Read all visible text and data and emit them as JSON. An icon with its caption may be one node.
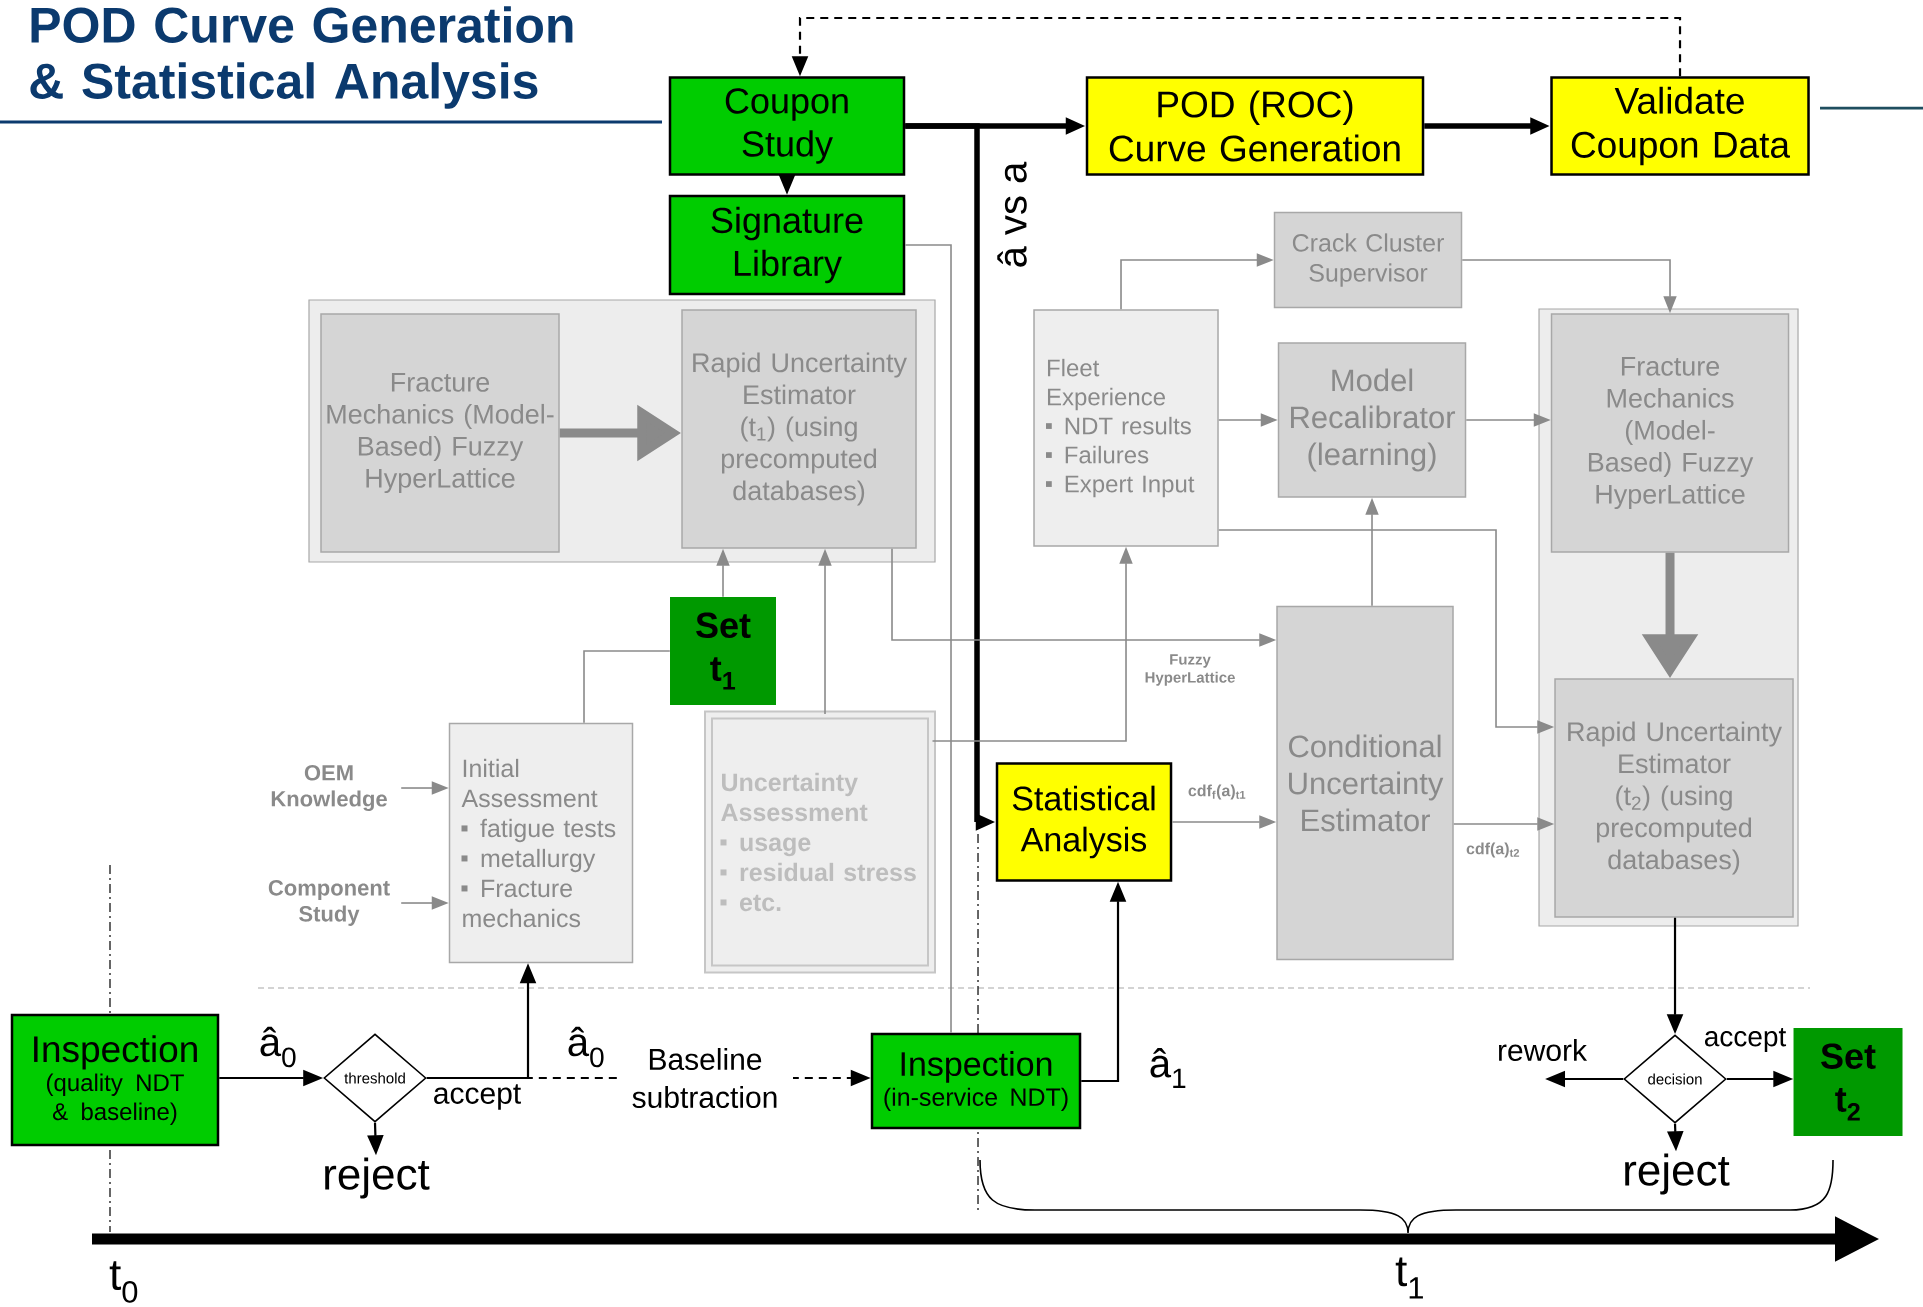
{
  "diagram": {
    "title": "POD Curve Generation & Statistical Analysis",
    "nodes": [
      {
        "text": [
          "Coupon Study"
        ]
      },
      {
        "text": [
          "Signature Library"
        ]
      },
      {
        "text": [
          "POD (ROC) Curve Generation"
        ]
      },
      {
        "text": [
          "Validate Coupon Data"
        ]
      },
      {
        "text": [
          "Fracture Mechanics (Model-Based) Fuzzy HyperLattice"
        ]
      },
      {
        "text": [
          "Rapid Uncertainty Estimator (t$_{1}$) (using precomputed databases)"
        ]
      },
      {
        "text": [
          "Crack Cluster Supervisor"
        ]
      },
      {
        "text": [
          "Fleet Experience",
          "NDT results",
          "Failures",
          "Expert Input"
        ]
      },
      {
        "text": [
          "Model Recalibrator (learning)"
        ]
      },
      {
        "text": [
          "Fracture Mechanics (Model-Based) Fuzzy HyperLattice"
        ]
      },
      {
        "text": [
          "Set t$_{1}$"
        ]
      },
      {
        "text": [
          "OEM Knowledge"
        ]
      },
      {
        "text": [
          "Component Study"
        ]
      },
      {
        "text": [
          "Initial Assessment",
          "fatigue tests",
          "metallurgy",
          "Fracture mechanics"
        ]
      },
      {
        "text": [
          "Uncertainty Assessment",
          "usage",
          "residual stress",
          "etc."
        ]
      },
      {
        "text": [
          "Statistical Analysis"
        ]
      },
      {
        "text": [
          "Conditional Uncertainty Estimator"
        ]
      },
      {
        "text": [
          "Rapid Uncertainty Estimator (t$_{2}$) (using precomputed databases)"
        ]
      },
      {
        "text": [
          "Inspection",
          "(quality NDT & baseline)"
        ]
      },
      {
        "text": [
          "threshold"
        ]
      },
      {
        "text": [
          "Inspection",
          "(in-service NDT)"
        ]
      },
      {
        "text": [
          "reject"
        ]
      },
      {
        "text": [
          "decision"
        ]
      },
      {
        "text": [
          "Set t$_{2}$"
        ]
      },
      {
        "text": [
          "reject"
        ]
      }
    ],
    "edges": [
      {
        "from": 0,
        "to": 1,
        "arrow": "to",
        "color": "#000000"
      },
      {
        "from": 0,
        "to": 2,
        "arrow": "to",
        "style": "thick",
        "color": "#000000"
      },
      {
        "from": 0,
        "to": 15,
        "arrow": "to",
        "style": "thick",
        "color": "#000000",
        "label": "â vs a"
      },
      {
        "from": 2,
        "to": 3,
        "arrow": "to",
        "style": "thick",
        "color": "#000000"
      },
      {
        "from": 3,
        "to": 0,
        "arrow": "to",
        "style": "dashed",
        "color": "#000000"
      },
      {
        "from": 1,
        "to": 20,
        "arrow": "none"
      },
      {
        "from": 4,
        "to": 5,
        "arrow": "to",
        "style": "thick"
      },
      {
        "from": 10,
        "to": 5,
        "arrow": "to"
      },
      {
        "from": 13,
        "to": 10,
        "arrow": "none"
      },
      {
        "from": 14,
        "to": 5,
        "arrow": "to"
      },
      {
        "from": 14,
        "to": 7,
        "arrow": "to"
      },
      {
        "from": 5,
        "to": 16,
        "arrow": "to",
        "label": "Fuzzy HyperLattice"
      },
      {
        "from": 7,
        "to": 6,
        "arrow": "to"
      },
      {
        "from": 6,
        "to": 9,
        "arrow": "to"
      },
      {
        "from": 7,
        "to": 8,
        "arrow": "to"
      },
      {
        "from": 8,
        "to": 9,
        "arrow": "to"
      },
      {
        "from": 16,
        "to": 8,
        "arrow": "to"
      },
      {
        "from": 7,
        "to": 17,
        "arrow": "to"
      },
      {
        "from": 15,
        "to": 16,
        "arrow": "to",
        "label": "cdf$_{f}$(a)$_{t1}$"
      },
      {
        "from": 16,
        "to": 17,
        "arrow": "to",
        "label": "cdf(a)$_{t2}$"
      },
      {
        "from": 9,
        "to": 17,
        "arrow": "to",
        "style": "thick"
      },
      {
        "from": 11,
        "to": 13,
        "arrow": "to"
      },
      {
        "from": 12,
        "to": 13,
        "arrow": "to"
      },
      {
        "from": 17,
        "to": 22,
        "arrow": "to",
        "color": "#000000"
      },
      {
        "from": 22,
        "to": 23,
        "arrow": "to",
        "color": "#000000",
        "label": "accept"
      },
      {
        "from": 22,
        "to": 24,
        "arrow": "to",
        "color": "#000000"
      },
      {
        "from": 22,
        "to": null,
        "arrow": "to",
        "color": "#000000",
        "label": "rework"
      },
      {
        "from": 19,
        "to": 21,
        "arrow": "to",
        "color": "#000000"
      },
      {
        "from": 18,
        "to": 19,
        "arrow": "to",
        "color": "#000000",
        "label": "â$_{0}$"
      },
      {
        "from": 19,
        "to": 13,
        "arrow": "to",
        "color": "#000000",
        "label": "accept"
      },
      {
        "from": 19,
        "to": 20,
        "arrow": "to",
        "style": "dashed",
        "color": "#000000",
        "label": "Baseline subtraction"
      },
      {
        "from": 20,
        "to": 15,
        "arrow": "to",
        "color": "#000000",
        "label": "â$_{1}$"
      }
    ],
    "labels": [
      "â$_{0}$",
      "t$_{0}$",
      "t$_{1}$"
    ]
  }
}
